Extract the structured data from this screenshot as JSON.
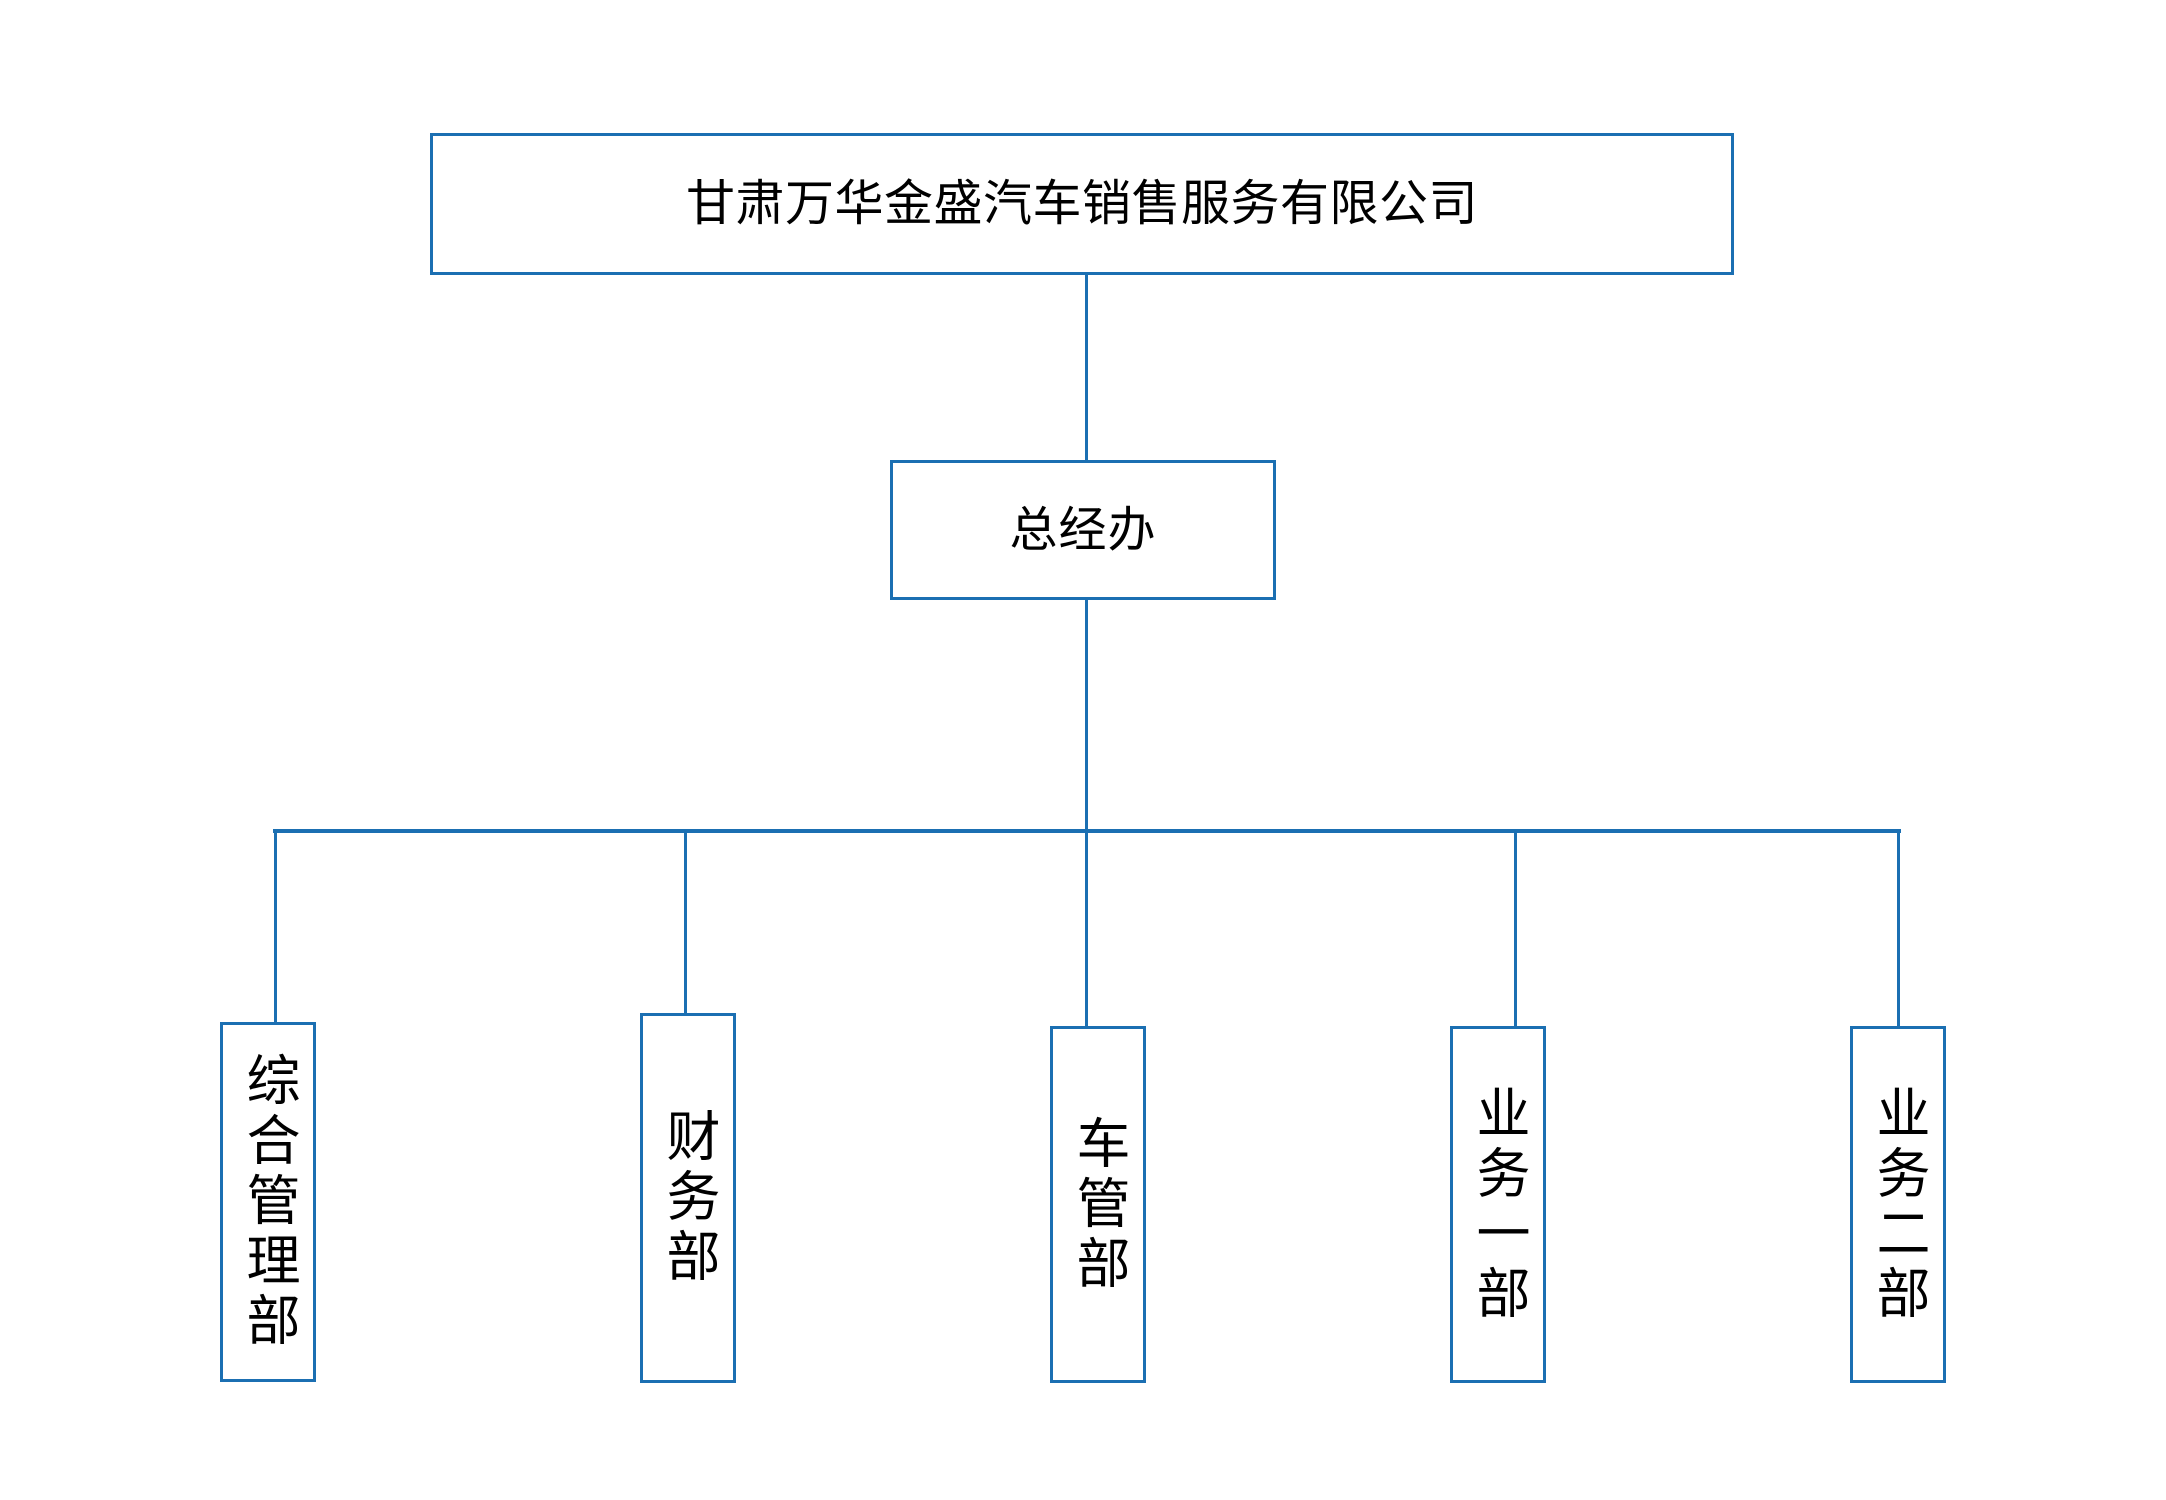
{
  "chart_data": {
    "type": "diagram",
    "diagram_kind": "organization-chart",
    "title": "甘肃万华金盛汽车销售服务有限公司",
    "orientation": "top-down",
    "accent_color": "#1b6fb2",
    "background_color": "#ffffff",
    "text_color": "#000000",
    "nodes": [
      {
        "id": "company",
        "label": "甘肃万华金盛汽车销售服务有限公司",
        "level": 0,
        "text_direction": "horizontal"
      },
      {
        "id": "gm",
        "label": "总经办",
        "level": 1,
        "text_direction": "horizontal"
      },
      {
        "id": "dept-0",
        "label": "综合管理部",
        "level": 2,
        "text_direction": "vertical"
      },
      {
        "id": "dept-1",
        "label": "财务部",
        "level": 2,
        "text_direction": "vertical"
      },
      {
        "id": "dept-2",
        "label": "车管部",
        "level": 2,
        "text_direction": "vertical"
      },
      {
        "id": "dept-3",
        "label": "业务一部",
        "level": 2,
        "text_direction": "vertical"
      },
      {
        "id": "dept-4",
        "label": "业务二部",
        "level": 2,
        "text_direction": "vertical"
      }
    ],
    "edges": [
      {
        "from": "company",
        "to": "gm"
      },
      {
        "from": "gm",
        "to": "dept-0"
      },
      {
        "from": "gm",
        "to": "dept-1"
      },
      {
        "from": "gm",
        "to": "dept-2"
      },
      {
        "from": "gm",
        "to": "dept-3"
      },
      {
        "from": "gm",
        "to": "dept-4"
      }
    ]
  },
  "chart": {
    "root": {
      "label": "甘肃万华金盛汽车销售服务有限公司"
    },
    "manager": {
      "label": "总经办"
    },
    "departments": [
      {
        "label": "综合管理部"
      },
      {
        "label": "财务部"
      },
      {
        "label": "车管部"
      },
      {
        "label": "业务一部"
      },
      {
        "label": "业务二部"
      }
    ]
  }
}
